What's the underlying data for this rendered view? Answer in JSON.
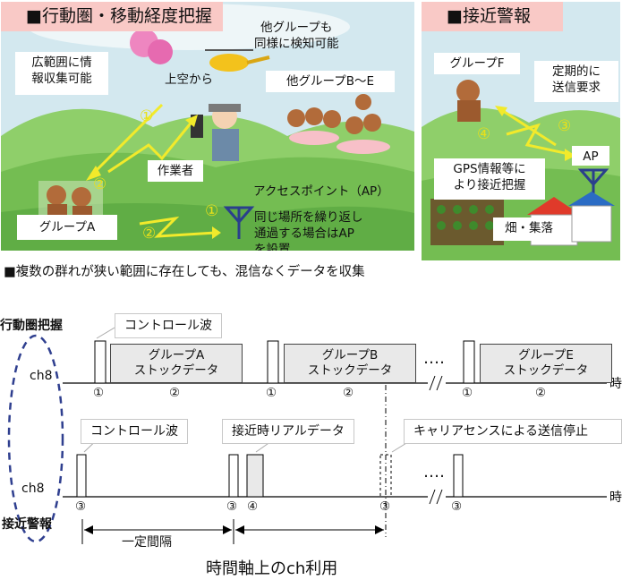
{
  "panel_left": {
    "header": "■行動圏・移動経度把握",
    "wide_area": [
      "広範囲に情",
      "報収集可能"
    ],
    "from_sky": "上空から",
    "other_detect": [
      "他グループも",
      "同様に検知可能"
    ],
    "other_groups": "他グループB～E",
    "worker": "作業者",
    "access_point": "アクセスポイント（AP）",
    "repeat_note": [
      "同じ場所を繰り返し",
      "通過する場合はAP",
      "を設置"
    ],
    "group_a": "グループA",
    "num_1": "①",
    "num_2": "②"
  },
  "panel_right": {
    "header": "■接近警報",
    "group_f": "グループF",
    "periodic": [
      "定期的に",
      "送信要求"
    ],
    "num_3": "③",
    "num_4": "④",
    "ap": "AP",
    "gps": [
      "GPS情報等に",
      "より接近把握"
    ],
    "farm": "畑・集落"
  },
  "timeline": {
    "caption": "■複数の群れが狭い範囲に存在しても、混信なくデータを収集",
    "row1_label": "行動圏把握",
    "row2_label": "接近警報",
    "ch_top": "ch8",
    "ch_bottom": "ch8",
    "time_top": "時",
    "time_bottom": "時",
    "control_wave_top": "コントロール波",
    "control_wave_bottom": "コントロール波",
    "approach_data": "接近時リアルデータ",
    "carrier_sense": "キャリアセンスによる送信停止",
    "slot_a": [
      "グループA",
      "ストックデータ"
    ],
    "slot_b": [
      "グループB",
      "ストックデータ"
    ],
    "slot_e": [
      "グループE",
      "ストックデータ"
    ],
    "dots_top": "‥‥",
    "dots_bottom": "‥‥",
    "n1": "①",
    "n2": "②",
    "n3": "③",
    "n4": "④",
    "interval": "一定間隔",
    "footer": "時間軸上のch利用"
  },
  "colors": {
    "header_bg": "#f9c9c6",
    "sky": "#cfe6ef",
    "hill": "#7fc35a",
    "arrow": "#f2ea2b",
    "ellipse": "#2f3f8f"
  }
}
